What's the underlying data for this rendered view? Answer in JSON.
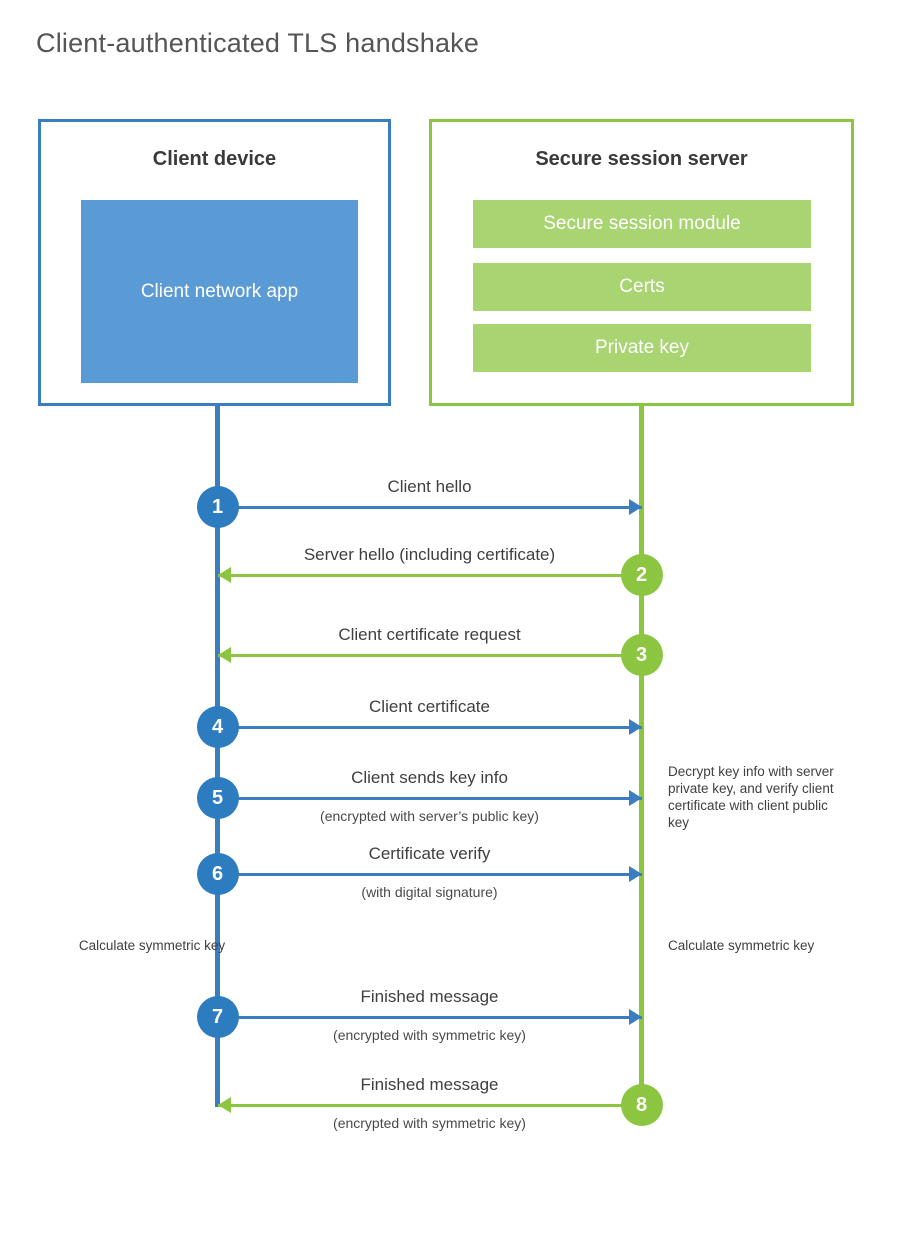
{
  "title": "Client-authenticated TLS handshake",
  "colors": {
    "client_blue": "#3a7dc0",
    "client_app_fill": "#5b9bd5",
    "server_green": "#8cc540",
    "server_bar_fill": "#a9d472",
    "step_blue": "#2e7cc0",
    "step_green": "#8cc540",
    "text": "#3f3f3f"
  },
  "client": {
    "title": "Client device",
    "app_label": "Client network app"
  },
  "server": {
    "title": "Secure session server",
    "components": [
      {
        "label": "Secure session module"
      },
      {
        "label": "Certs"
      },
      {
        "label": "Private key"
      }
    ]
  },
  "steps": [
    {
      "number": "1",
      "label": "Client hello",
      "sub": "",
      "direction": "client-to-server",
      "color": "blue"
    },
    {
      "number": "2",
      "label": "Server hello (including certificate)",
      "sub": "",
      "direction": "server-to-client",
      "color": "green"
    },
    {
      "number": "3",
      "label": "Client certificate request",
      "sub": "",
      "direction": "server-to-client",
      "color": "green"
    },
    {
      "number": "4",
      "label": "Client certificate",
      "sub": "",
      "direction": "client-to-server",
      "color": "blue"
    },
    {
      "number": "5",
      "label": "Client sends key info",
      "sub": "(encrypted with server’s public key)",
      "direction": "client-to-server",
      "color": "blue"
    },
    {
      "number": "6",
      "label": "Certificate verify",
      "sub": "(with digital signature)",
      "direction": "client-to-server",
      "color": "blue"
    },
    {
      "number": "7",
      "label": "Finished message",
      "sub": "(encrypted with symmetric key)",
      "direction": "client-to-server",
      "color": "blue"
    },
    {
      "number": "8",
      "label": "Finished message",
      "sub": "(encrypted with symmetric key)",
      "direction": "server-to-client",
      "color": "green"
    }
  ],
  "notes": {
    "decrypt": "Decrypt key info with server private key, and verify client certificate with client public key",
    "calculate_client": "Calculate symmetric key",
    "calculate_server": "Calculate symmetric key"
  }
}
